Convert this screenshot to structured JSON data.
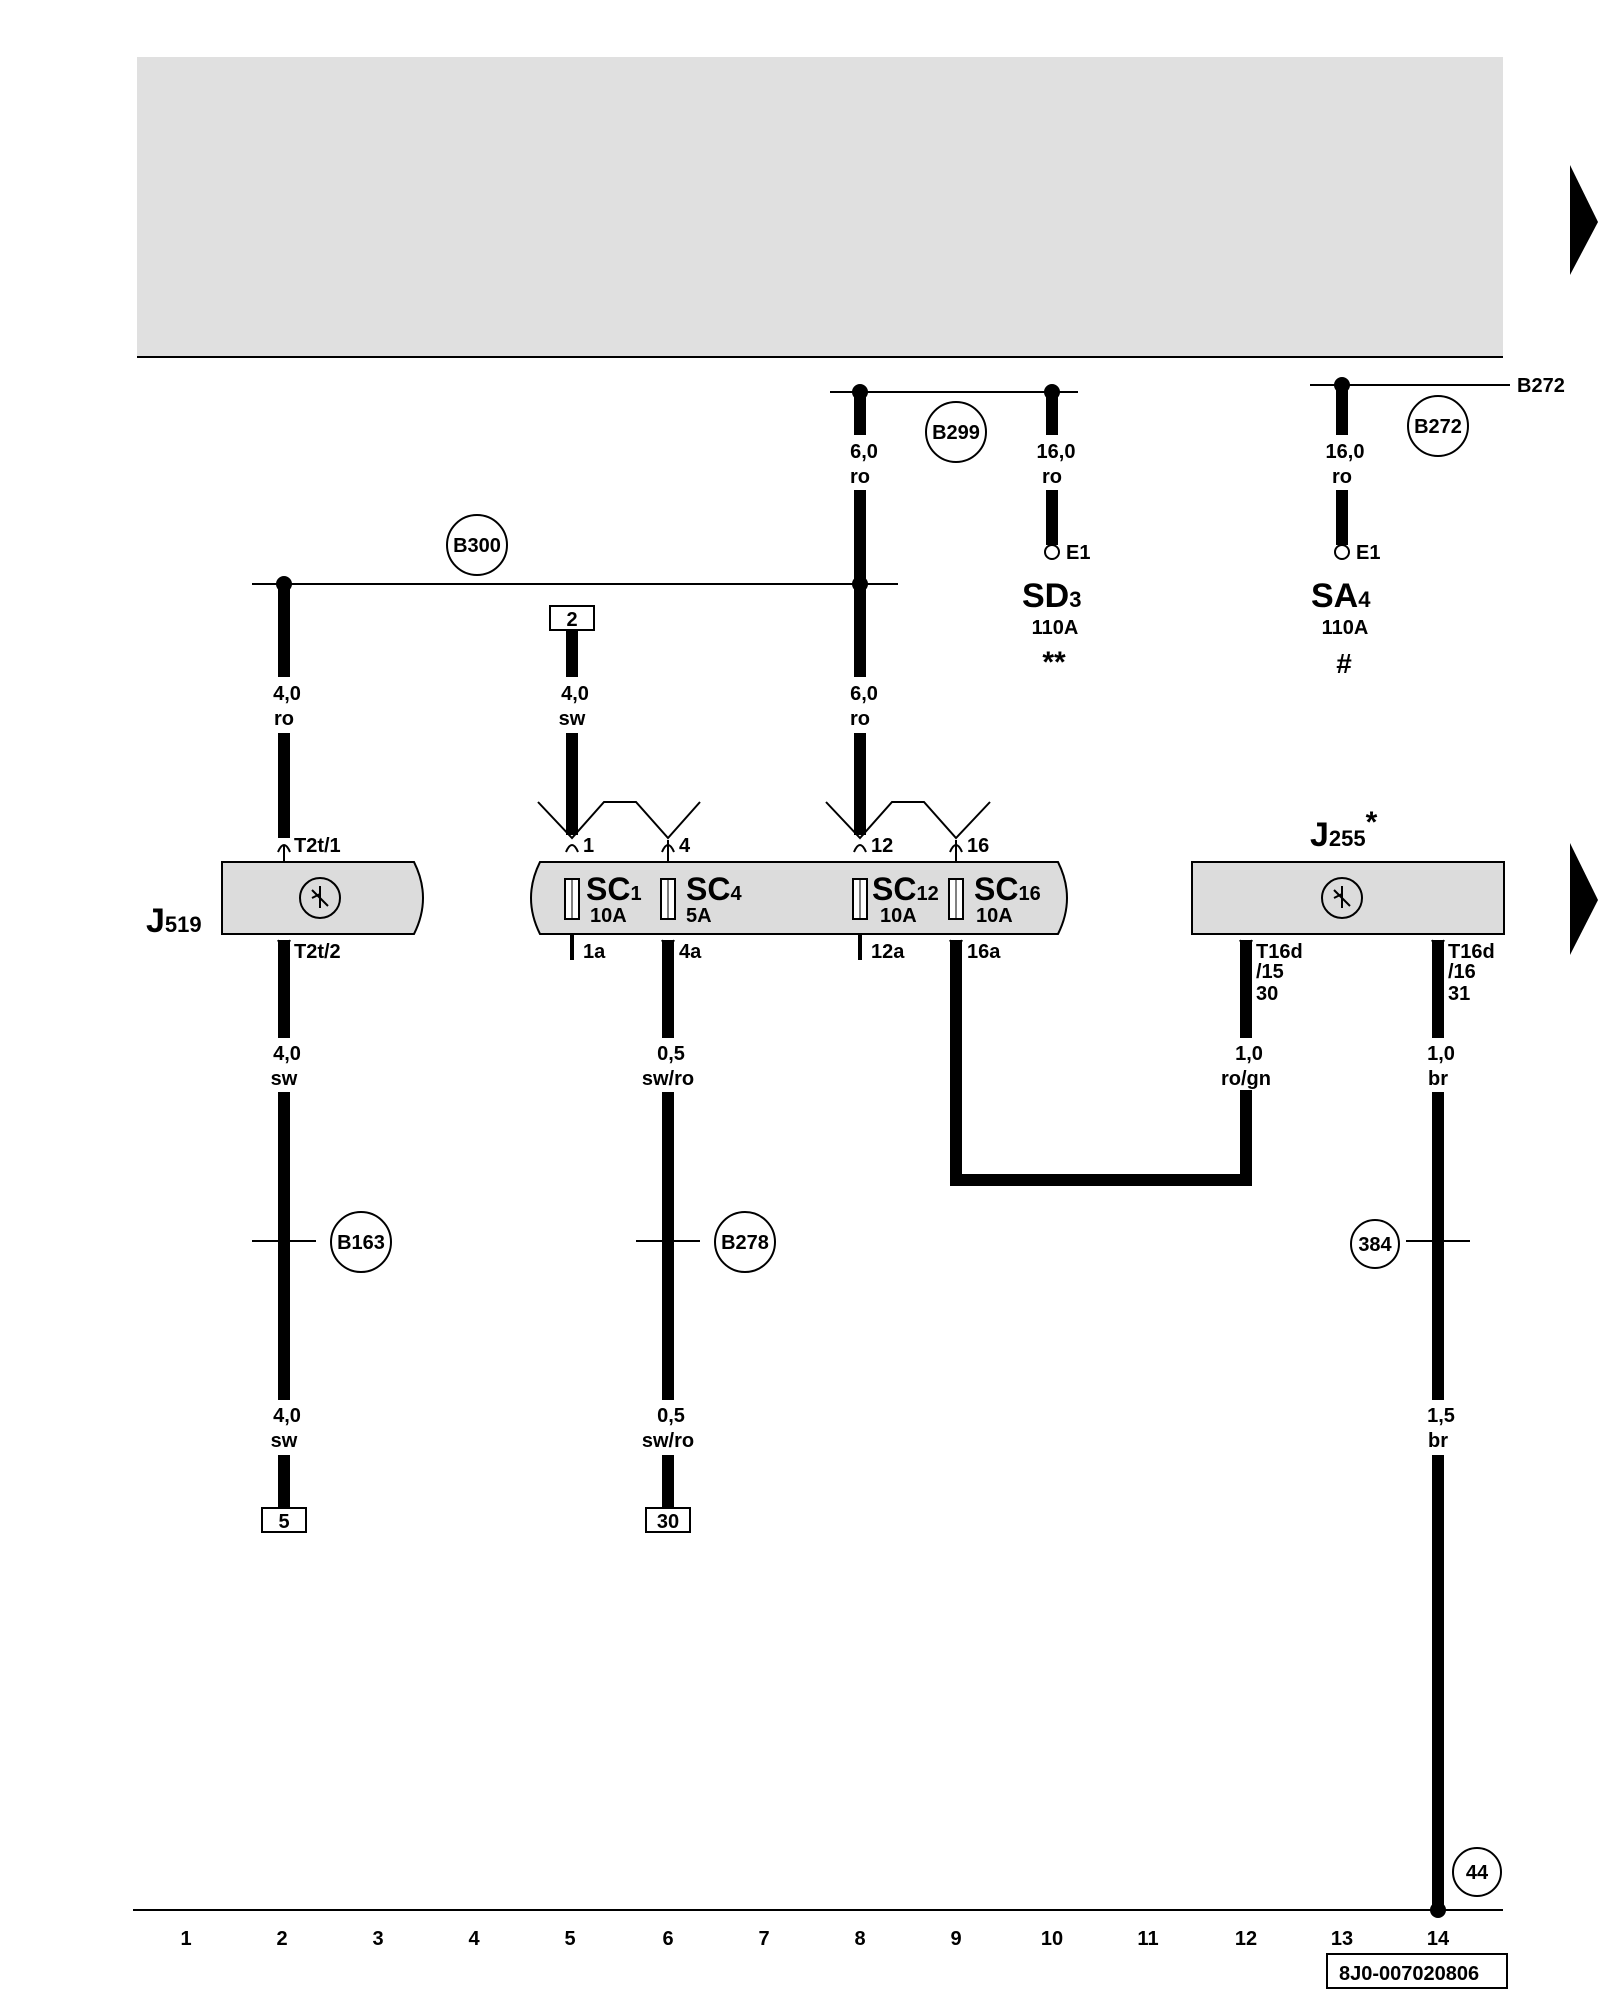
{
  "header": {
    "background": "#e0e0e0"
  },
  "nav_arrows": [
    "next-page-arrow-top",
    "next-page-arrow-bottom"
  ],
  "bus_lines": {
    "b299": "B299",
    "b272_label": "B272",
    "b272": "B272",
    "b300": "B300"
  },
  "wires": {
    "w_b299_left": {
      "size": "6,0",
      "color": "ro"
    },
    "w_b299_right": {
      "size": "16,0",
      "color": "ro"
    },
    "w_b272": {
      "size": "16,0",
      "color": "ro"
    },
    "w_j519_top": {
      "size": "4,0",
      "color": "ro"
    },
    "w_ref2": {
      "size": "4,0",
      "color": "sw"
    },
    "w_sc12_top": {
      "size": "6,0",
      "color": "ro"
    },
    "w_j519_bot1": {
      "size": "4,0",
      "color": "sw"
    },
    "w_j519_bot2": {
      "size": "4,0",
      "color": "sw"
    },
    "w_sc4_bot1": {
      "size": "0,5",
      "color": "sw/ro"
    },
    "w_sc4_bot2": {
      "size": "0,5",
      "color": "sw/ro"
    },
    "w_j255_15": {
      "size": "1,0",
      "color": "ro/gn"
    },
    "w_j255_16a": {
      "size": "1,0",
      "color": "br"
    },
    "w_j255_16b": {
      "size": "1,5",
      "color": "br"
    }
  },
  "fuses_main": {
    "sd3": {
      "name": "SD",
      "sub": "3",
      "rating": "110A",
      "note": "**",
      "terminal": "E1"
    },
    "sa4": {
      "name": "SA",
      "sub": "4",
      "rating": "110A",
      "note": "#",
      "terminal": "E1"
    }
  },
  "refs": {
    "top_box": "2",
    "bottom_left": "5",
    "bottom_mid": "30"
  },
  "j519": {
    "name": "J",
    "sub": "519",
    "pin_top": "T2t/1",
    "pin_bot": "T2t/2"
  },
  "fuse_box": {
    "sc1": {
      "name": "SC",
      "sub": "1",
      "rating": "10A",
      "pin_in": "1",
      "pin_out": "1a"
    },
    "sc4": {
      "name": "SC",
      "sub": "4",
      "rating": "5A",
      "pin_in": "4",
      "pin_out": "4a"
    },
    "sc12": {
      "name": "SC",
      "sub": "12",
      "rating": "10A",
      "pin_in": "12",
      "pin_out": "12a"
    },
    "sc16": {
      "name": "SC",
      "sub": "16",
      "rating": "10A",
      "pin_in": "16",
      "pin_out": "16a"
    }
  },
  "j255": {
    "name": "J",
    "sub": "255",
    "star": "*",
    "pin15": [
      "T16d",
      "/15",
      "30"
    ],
    "pin16": [
      "T16d",
      "/16",
      "31"
    ]
  },
  "connections": {
    "b163": "B163",
    "b278": "B278",
    "c384": "384",
    "c44": "44"
  },
  "columns": [
    "1",
    "2",
    "3",
    "4",
    "5",
    "6",
    "7",
    "8",
    "9",
    "10",
    "11",
    "12",
    "13",
    "14"
  ],
  "doc_id": "8J0-007020806"
}
